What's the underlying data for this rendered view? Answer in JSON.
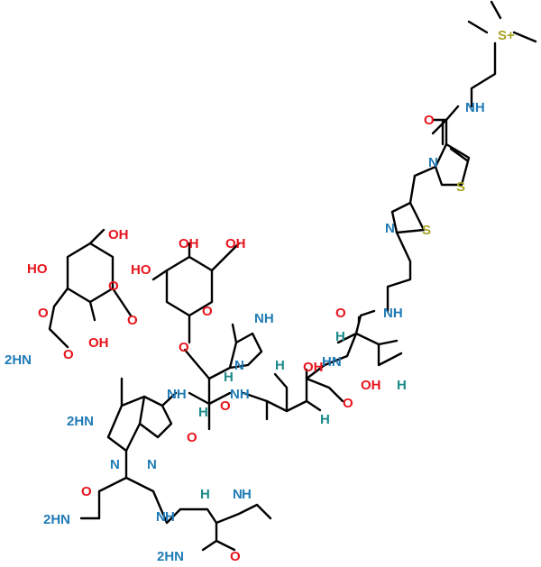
{
  "colors": {
    "bond": "#000000",
    "oxygen": "#e8141c",
    "nitrogen": "#1f7bb6",
    "sulfur": "#a7a324",
    "stereo_h": "#1a8a8a",
    "background": "#ffffff"
  },
  "labels": {
    "s_plus": "S+",
    "nh_amide_top": "NH",
    "o_carbonyl_top": "O",
    "n_thiazole_1": "N",
    "s_thiazole_1": "S",
    "n_thiazole_2": "N",
    "s_thiazole_2": "S",
    "nh_linker": "NH",
    "o_carbonyl_thr": "O",
    "h_thr_alpha": "H",
    "hn_thr": "HN",
    "oh_thr": "OH",
    "h_thr_beta": "H",
    "h_val_1": "H",
    "oh_val": "OH",
    "h_val_2": "H",
    "o_val_carbonyl": "O",
    "nh_val": "NH",
    "oh_sugar1_top": "OH",
    "oh_sugar1_left": "HO",
    "o_sugar1_ring": "O",
    "o_sugar1_carbamate": "O",
    "carbamate_o": "O",
    "carbamate_nh2": "2HN",
    "oh_sugar1_bottom": "OH",
    "o_glycosidic": "O",
    "oh_sugar2_top": "OH",
    "oh_sugar2_left": "HO",
    "oh_sugar2_ch2": "OH",
    "o_sugar2_ring": "O",
    "o_sugar2_link": "O",
    "nh_imidazole": "NH",
    "n_imidazole": "N",
    "h_imid_beta": "H",
    "nh_his_amide": "NH",
    "h_his_alpha": "H",
    "o_his_carbonyl": "O",
    "nh2_pyrimidine": "2HN",
    "o_pyrimidine_amide": "O",
    "n_pyrimidine_left": "N",
    "n_pyrimidine_right": "N",
    "o_asn_amide": "O",
    "nh2_asn": "2HN",
    "nh_amine": "N",
    "nh_amine_h": "H",
    "h_alpha_bottom": "H",
    "nh_isopropyl": "N",
    "nh_isopropyl_h": "H",
    "nh2_bottom": "2HN",
    "o_bottom": "O"
  }
}
